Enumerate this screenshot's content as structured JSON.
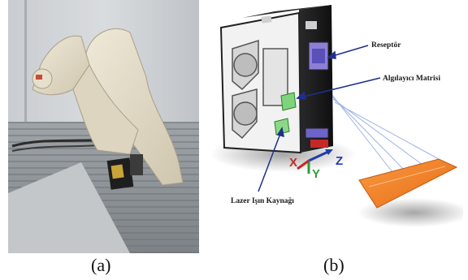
{
  "figure": {
    "captions": {
      "a": "(a)",
      "b": "(b)"
    },
    "sensor_labels": {
      "receptor": "Reseptör",
      "sensor_matrix": "Algılayıcı Matrisi",
      "laser_source": "Lazer Işın Kaynağı"
    },
    "axes": {
      "x": "X",
      "y": "Y",
      "z": "Z"
    },
    "colors": {
      "sensor_body": "#1c1c1e",
      "laser_target": "#f07c1e",
      "x_axis": "#c62828",
      "y_axis": "#2e9d3a",
      "z_axis": "#1f3ea8",
      "callout_arrow": "#1e2f8c"
    }
  }
}
